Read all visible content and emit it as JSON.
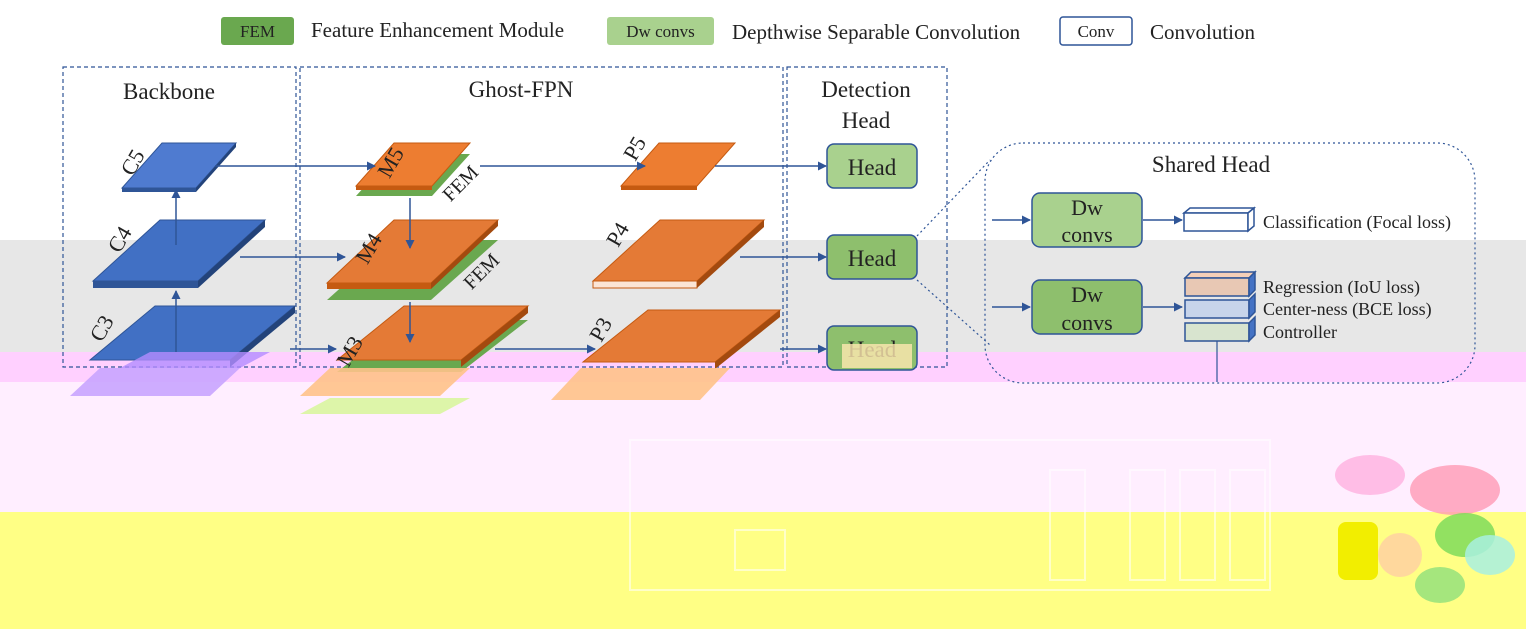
{
  "legend": {
    "fem_tag": "FEM",
    "fem_text": "Feature Enhancement Module",
    "dw_tag": "Dw convs",
    "dw_text": "Depthwise Separable Convolution",
    "conv_tag": "Conv",
    "conv_text": "Convolution"
  },
  "backbone": {
    "title": "Backbone",
    "c5": "C5",
    "c4": "C4",
    "c3": "C3"
  },
  "fpn": {
    "title": "Ghost-FPN",
    "m5": "M5",
    "m4": "M4",
    "m3": "M3",
    "fem": "FEM",
    "p5": "P5",
    "p4": "P4",
    "p3": "P3"
  },
  "detection": {
    "title_line1": "Detection",
    "title_line2": "Head",
    "head": "Head"
  },
  "shared_head": {
    "title": "Shared  Head",
    "dw_line1": "Dw",
    "dw_line2": "convs",
    "classification": "Classification (Focal loss)",
    "regression": "Regression (IoU loss)",
    "centerness": "Center-ness (BCE loss)",
    "controller": "Controller"
  },
  "colors": {
    "fem_green": "#6aa84f",
    "dw_green": "#a9d18e",
    "backbone_blue": "#4472c4",
    "fpn_orange": "#ed7d31",
    "arrow_blue": "#2f5597",
    "band_gray": "#e7e7e7",
    "band_yellow": "#ffff80",
    "band_pink": "#ffc9ff"
  }
}
